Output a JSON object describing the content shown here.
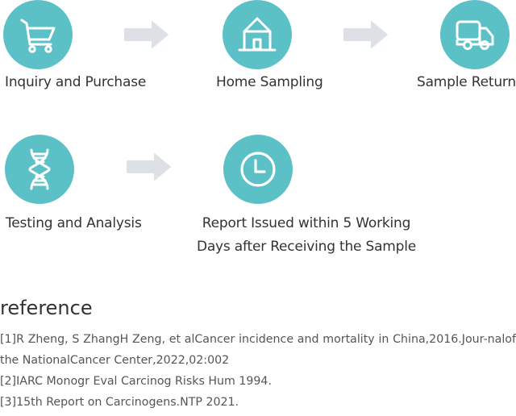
{
  "colors": {
    "accent": "#5bc1c7",
    "arrow": "#dde1e6",
    "text": "#333333"
  },
  "steps": [
    {
      "label": "Inquiry and Purchase",
      "icon": "shopping-cart-icon"
    },
    {
      "label": "Home Sampling",
      "icon": "house-icon"
    },
    {
      "label": "Sample Return",
      "icon": "truck-icon"
    },
    {
      "label": "Testing and Analysis",
      "icon": "dna-icon"
    },
    {
      "label_line1": "Report Issued within 5 Working",
      "label_line2": "Days after Receiving the Sample",
      "icon": "clock-icon"
    }
  ],
  "reference": {
    "title": "reference",
    "items": [
      "[1]R Zheng, S ZhangH Zeng, et alCancer incidence and mortality in China,2016.Jour-nalof the NationalCancer Center,2022,02:002",
      "[2]IARC Monogr Eval Carcinog Risks Hum 1994.",
      "[3]15th Report on Carcinogens.NTP 2021."
    ]
  }
}
